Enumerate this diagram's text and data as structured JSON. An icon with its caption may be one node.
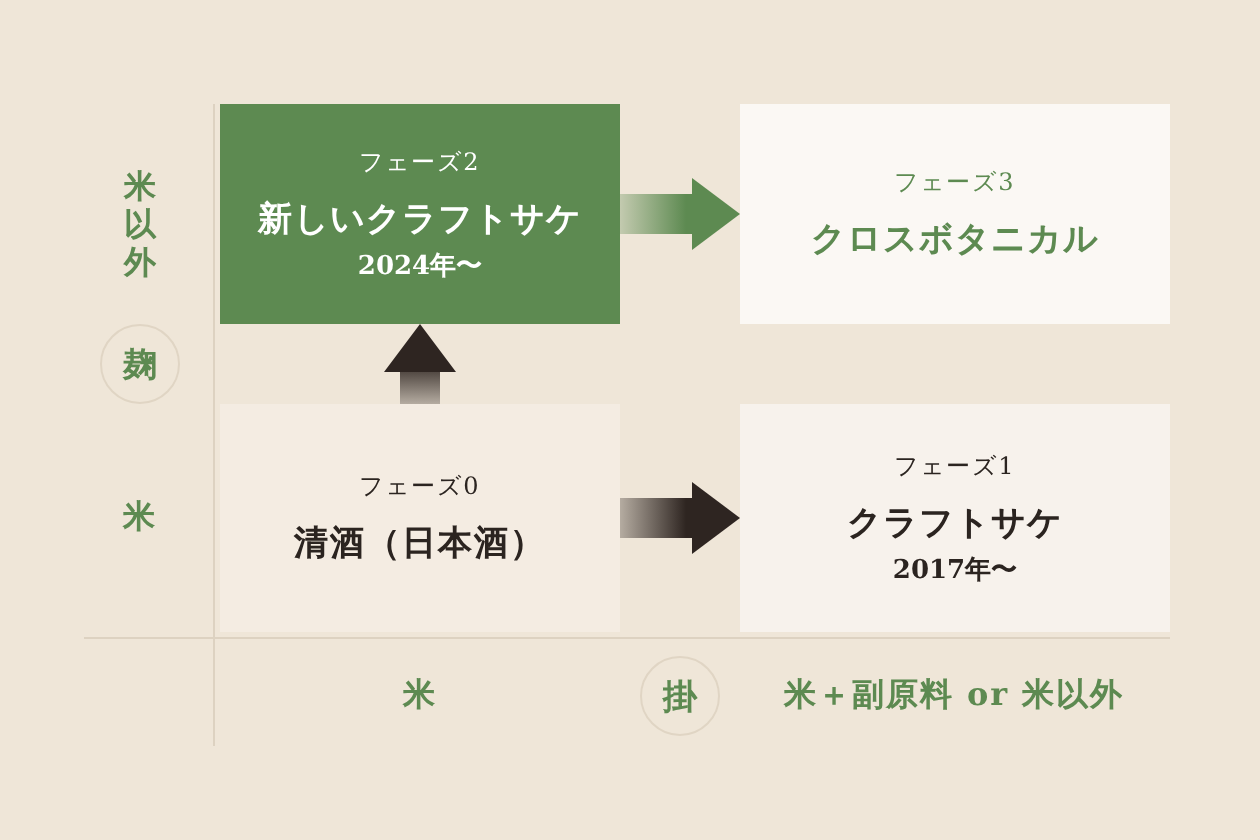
{
  "diagram": {
    "nodes": [
      {
        "text": [
          "フェーズ2",
          "新しいクラフトサケ",
          "2024年〜"
        ]
      },
      {
        "text": [
          "フェーズ3",
          "クロスボタニカル"
        ]
      },
      {
        "text": [
          "麹"
        ]
      },
      {
        "text": [
          "フェーズ0",
          "清酒（日本酒）"
        ]
      },
      {
        "text": [
          "フェーズ1",
          "クラフトサケ",
          "2017年〜"
        ]
      },
      {
        "text": [
          "掛"
        ]
      }
    ],
    "edges": [
      {
        "from": 0,
        "to": 1,
        "arrow": "to",
        "color": "#5d8a51"
      },
      {
        "from": 3,
        "to": 0,
        "arrow": "to"
      },
      {
        "from": 3,
        "to": 4,
        "arrow": "to"
      }
    ],
    "labels": [
      "米以外",
      "米",
      "米",
      "米＋副原料 or 米以外"
    ]
  }
}
